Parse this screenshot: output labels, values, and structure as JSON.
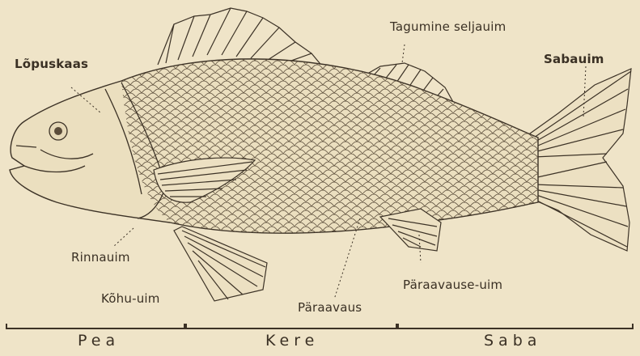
{
  "labels": {
    "gill_cover": "Lõpuskaas",
    "rear_dorsal_fin": "Tagumine seljauim",
    "tail_fin": "Sabauim",
    "pectoral_fin": "Rinnauim",
    "pelvic_fin": "Kõhu-uim",
    "anus": "Päraavaus",
    "anal_fin": "Päraavause-uim"
  },
  "sections": {
    "head": "Pea",
    "body": "Kere",
    "tail": "Saba"
  },
  "colors": {
    "paper": "#efe4c8",
    "ink": "#3c3226"
  }
}
